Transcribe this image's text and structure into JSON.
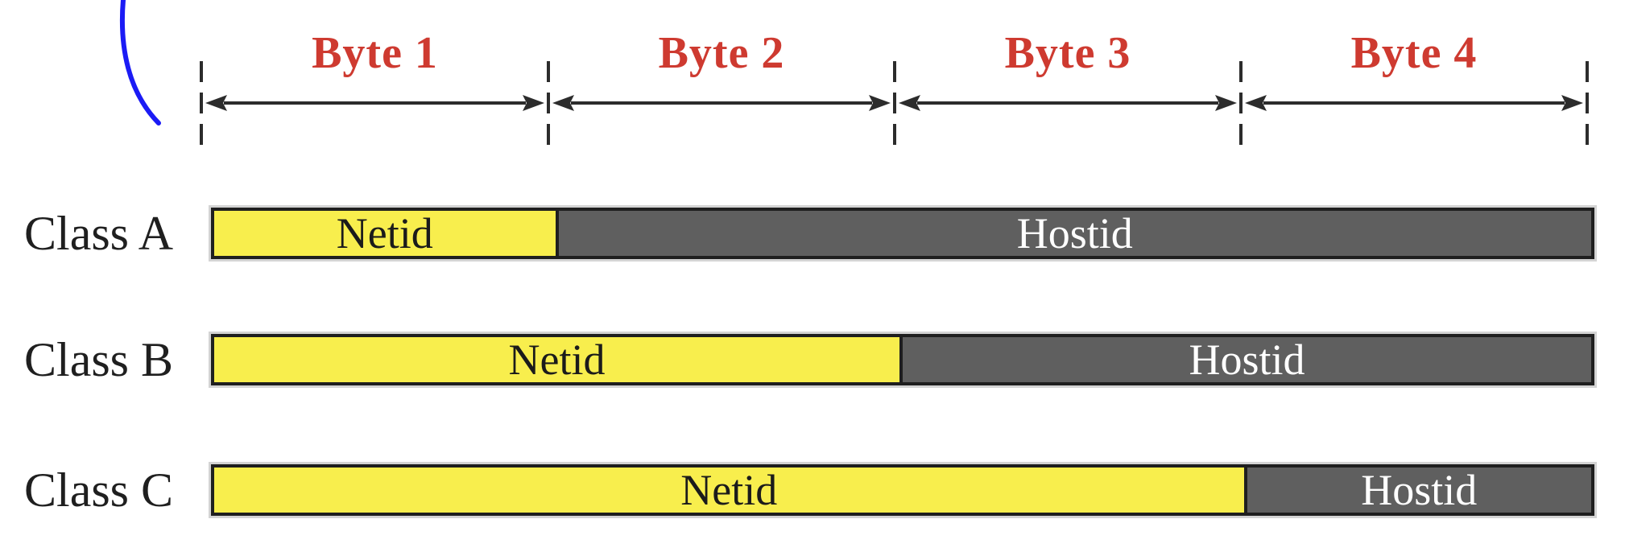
{
  "figure": {
    "ruler": {
      "byte_labels": [
        "Byte 1",
        "Byte 2",
        "Byte 3",
        "Byte 4"
      ]
    },
    "rows": [
      {
        "class_label": "Class A",
        "netid_label": "Netid",
        "hostid_label": "Hostid",
        "netid_bytes": 1,
        "hostid_bytes": 3
      },
      {
        "class_label": "Class B",
        "netid_label": "Netid",
        "hostid_label": "Hostid",
        "netid_bytes": 2,
        "hostid_bytes": 2
      },
      {
        "class_label": "Class C",
        "netid_label": "Netid",
        "hostid_label": "Hostid",
        "netid_bytes": 3,
        "hostid_bytes": 1
      }
    ],
    "colors": {
      "netid_fill": "#F8EE4D",
      "hostid_fill": "#5F5F5F",
      "bar_border": "#1F1F1F",
      "byte_label": "#CE3A30",
      "ruler_ink": "#2C2C2C",
      "curve": "#1B1BF5",
      "netid_text": "#1B1B1B",
      "hostid_text": "#FFFFFF",
      "class_label_text": "#1F1F1F"
    }
  }
}
